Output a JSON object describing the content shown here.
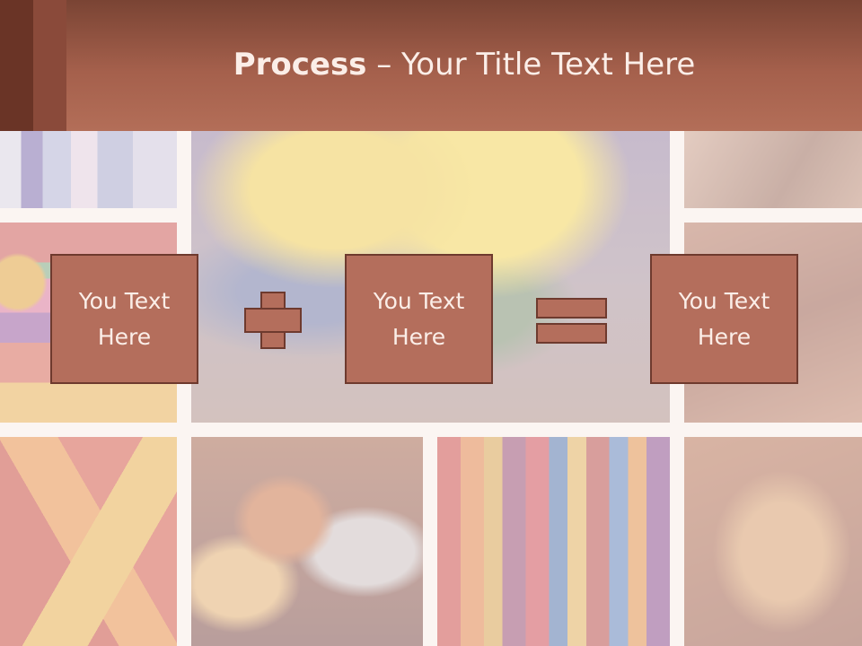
{
  "header": {
    "title_bold": "Process",
    "title_rest": " – Your Title Text Here"
  },
  "process": {
    "step1": "You Text Here",
    "step2": "You Text Here",
    "result": "You Text Here",
    "operator1": "plus-icon",
    "operator2": "equals-icon"
  },
  "colors": {
    "accent": "#b46e5c",
    "accent_border": "#6e3a2e",
    "header_dark": "#7a4434",
    "text_light": "#fbeee8"
  }
}
